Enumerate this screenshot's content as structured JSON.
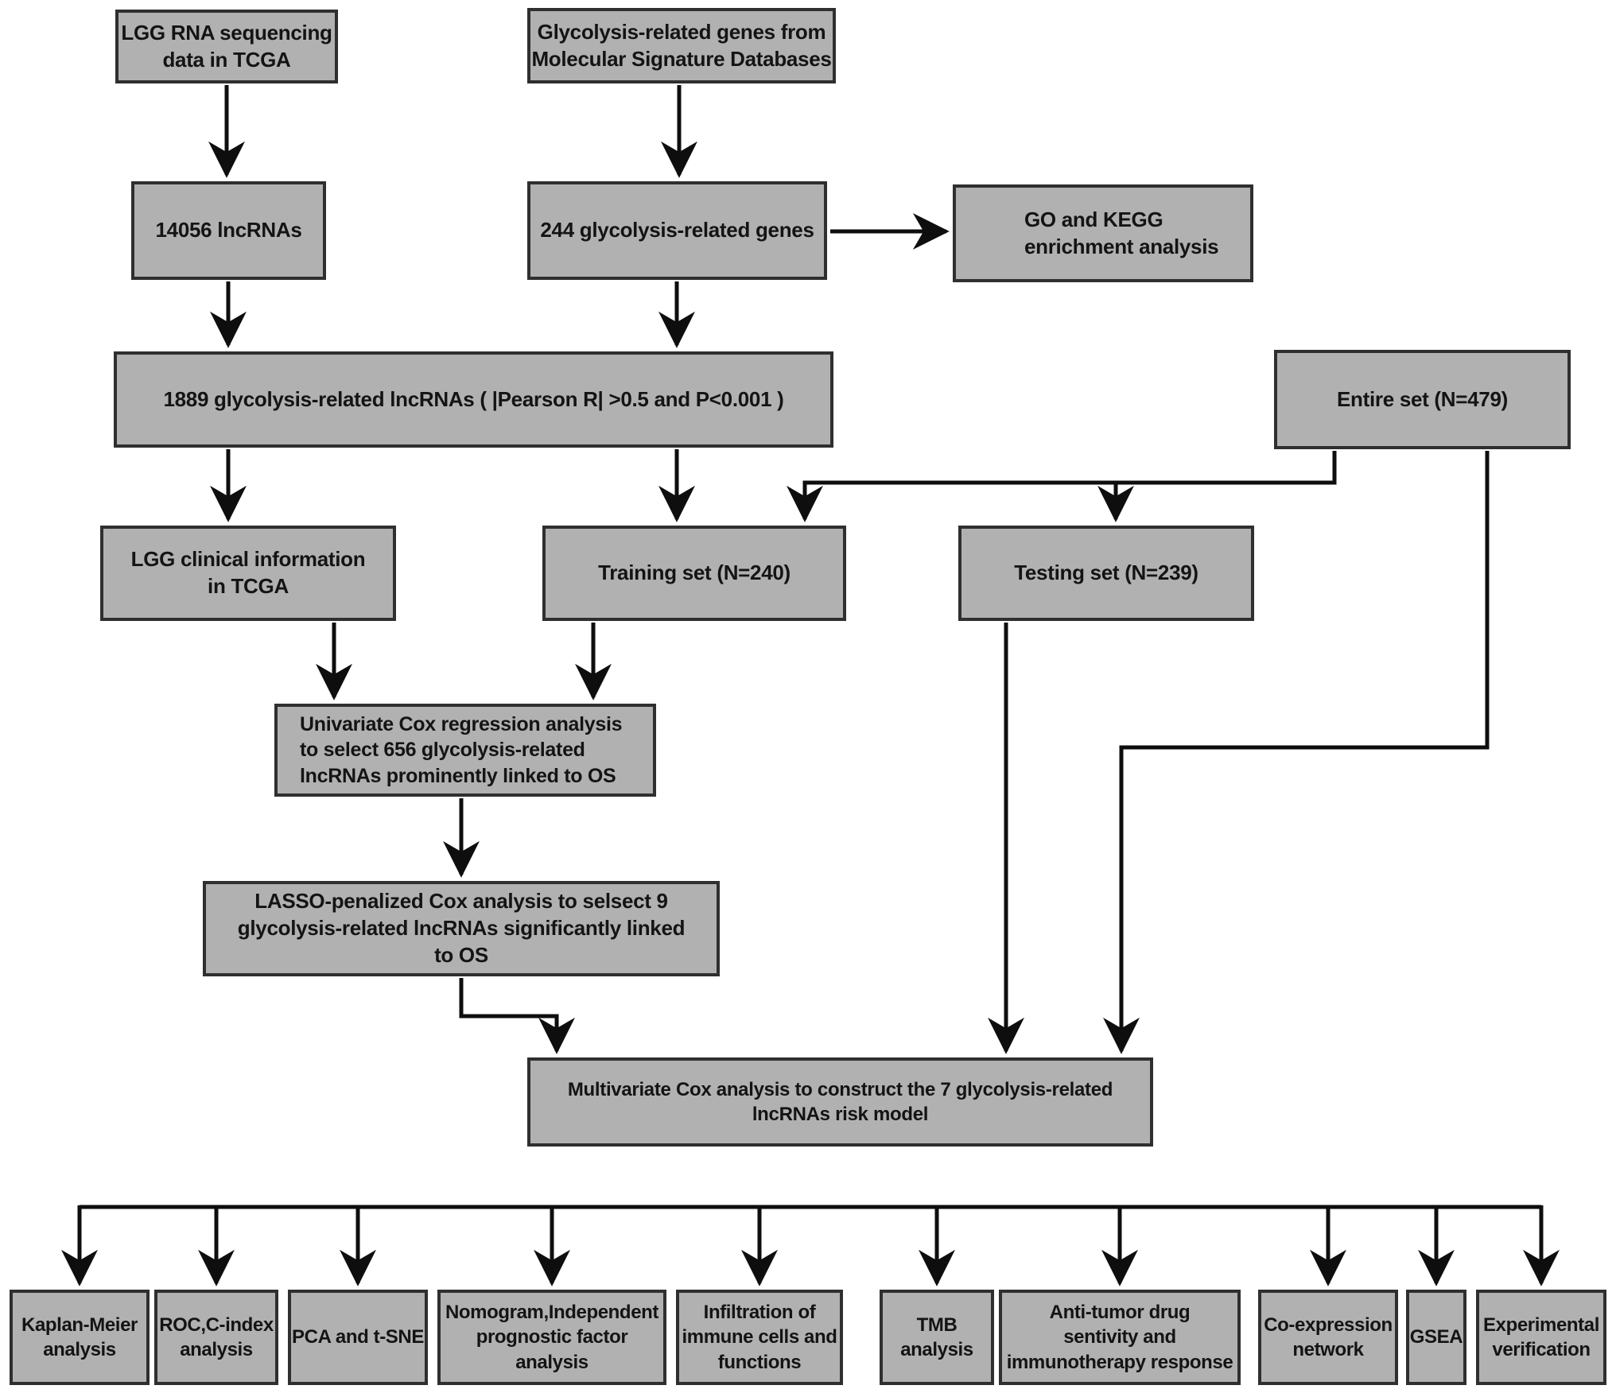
{
  "figure": {
    "type": "flowchart",
    "background": "#ffffff",
    "colors": {
      "box_fill": "#b1b1b1",
      "box_border": "#2f2f2f",
      "connector": "#0e0e0e",
      "text": "#141414"
    },
    "nodes": {
      "lgg_rna_sequencing": "LGG RNA sequencing\ndata in TCGA",
      "glycolysis_genes_msigdb": "Glycolysis-related genes from\nMolecular Signature Databases",
      "lncrnas_14056": "14056 lncRNAs",
      "glycolysis_genes_244": "244 glycolysis-related genes",
      "go_kegg": "GO and KEGG\nenrichment analysis",
      "glycolysis_lncrnas_1889": "1889 glycolysis-related lncRNAs ( |Pearson R| >0.5 and P<0.001 )",
      "entire_set": "Entire set (N=479)",
      "lgg_clinical": "LGG clinical information\nin TCGA",
      "training_set": "Training set (N=240)",
      "testing_set": "Testing set (N=239)",
      "univariate_cox": "Univariate Cox regression analysis\nto select 656 glycolysis-related\nlncRNAs prominently linked to OS",
      "lasso_cox": "LASSO-penalized Cox analysis to selsect 9\nglycolysis-related lncRNAs significantly linked\nto OS",
      "multivariate_cox": "Multivariate Cox analysis to construct the 7 glycolysis-related\nlncRNAs risk model",
      "kaplan_meier": "Kaplan-Meier\nanalysis",
      "roc_c_index": "ROC,C-index\nanalysis",
      "pca_tsne": "PCA and t-SNE",
      "nomogram_prognostic": "Nomogram,Independent\nprognostic factor\nanalysis",
      "immune_infiltration": "Infiltration of\nimmune cells and\nfunctions",
      "tmb": "TMB analysis",
      "antitumor_drug": "Anti-tumor drug\nsentivity and\nimmunotherapy response",
      "coexpression_network": "Co-expression\nnetwork",
      "gsea": "GSEA",
      "experimental_verification": "Experimental\nverification"
    }
  }
}
